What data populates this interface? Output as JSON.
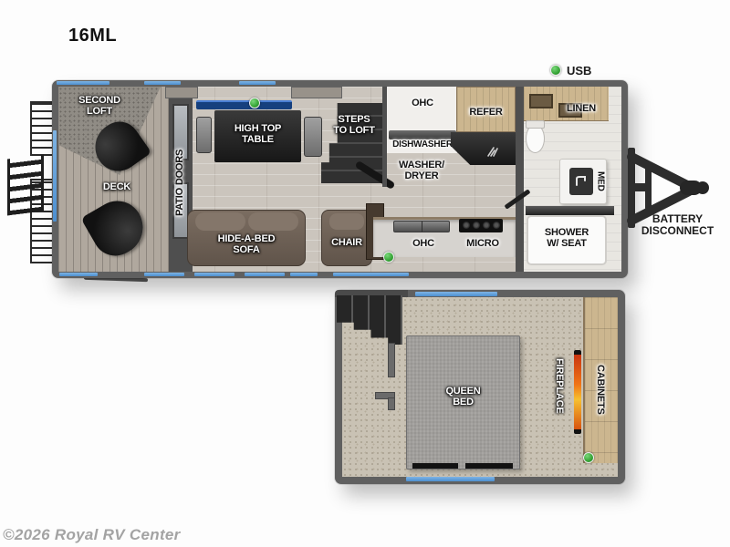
{
  "title": "16ML",
  "legend": {
    "usb": "USB"
  },
  "main": {
    "second_loft": "SECOND LOFT",
    "deck": "DECK",
    "patio_doors": "PATIO DOORS",
    "high_top_table": "HIGH TOP TABLE",
    "steps_to_loft": "STEPS TO LOFT",
    "hide_a_bed_sofa": "HIDE-A-BED SOFA",
    "chair": "CHAIR",
    "ohc_top": "OHC",
    "dishwasher": "DISHWASHER",
    "washer_dryer": "WASHER/ DRYER",
    "refer": "REFER",
    "ohc_bottom": "OHC",
    "micro": "MICRO",
    "linen": "LINEN",
    "med": "MED",
    "shower_w_seat": "SHOWER W/ SEAT",
    "battery_disconnect": "BATTERY DISCONNECT"
  },
  "loft": {
    "queen_bed": "QUEEN BED",
    "fireplace": "FIREPLACE",
    "cabinets": "CABINETS"
  },
  "watermark": "©2026 Royal RV Center",
  "colors": {
    "usb_green": "#36a436",
    "window_blue": "#5b9bd5",
    "flame_orange": "#f07416",
    "wall_gray": "#5f5f5f"
  }
}
